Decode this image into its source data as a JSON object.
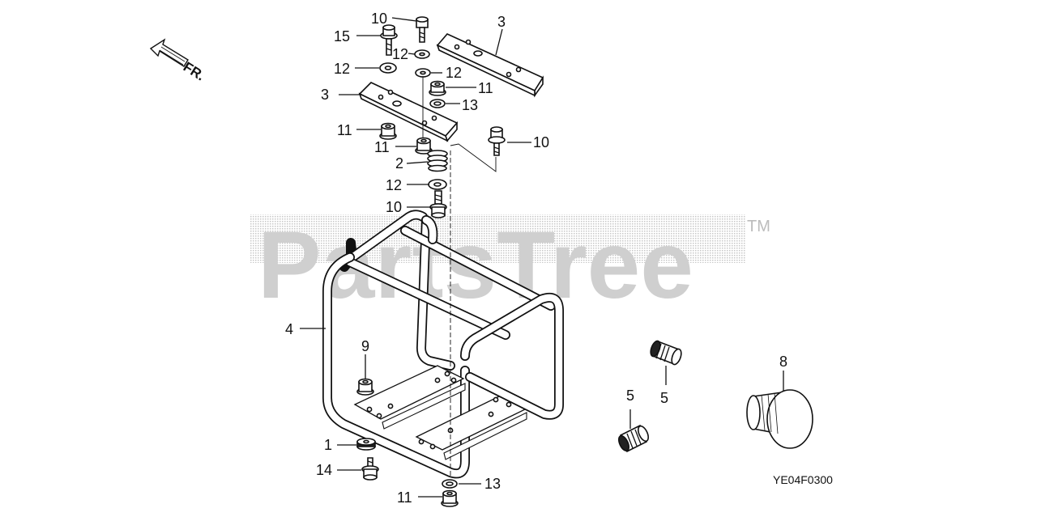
{
  "diagram": {
    "direction_label": "FR.",
    "watermark": "PartsTree",
    "trademark": "TM",
    "diagram_code": "YE04F0300",
    "callouts": {
      "c10a": "10",
      "c15": "15",
      "c3a": "3",
      "c12a": "12",
      "c12b": "12",
      "c12c": "12",
      "c11a": "11",
      "c3b": "3",
      "c13a": "13",
      "c11b": "11",
      "c11c": "11",
      "c10b": "10",
      "c2": "2",
      "c12d": "12",
      "c10c": "10",
      "c4": "4",
      "c9": "9",
      "c8": "8",
      "c5a": "5",
      "c5b": "5",
      "c1": "1",
      "c14": "14",
      "c13b": "13",
      "c11d": "11"
    }
  }
}
